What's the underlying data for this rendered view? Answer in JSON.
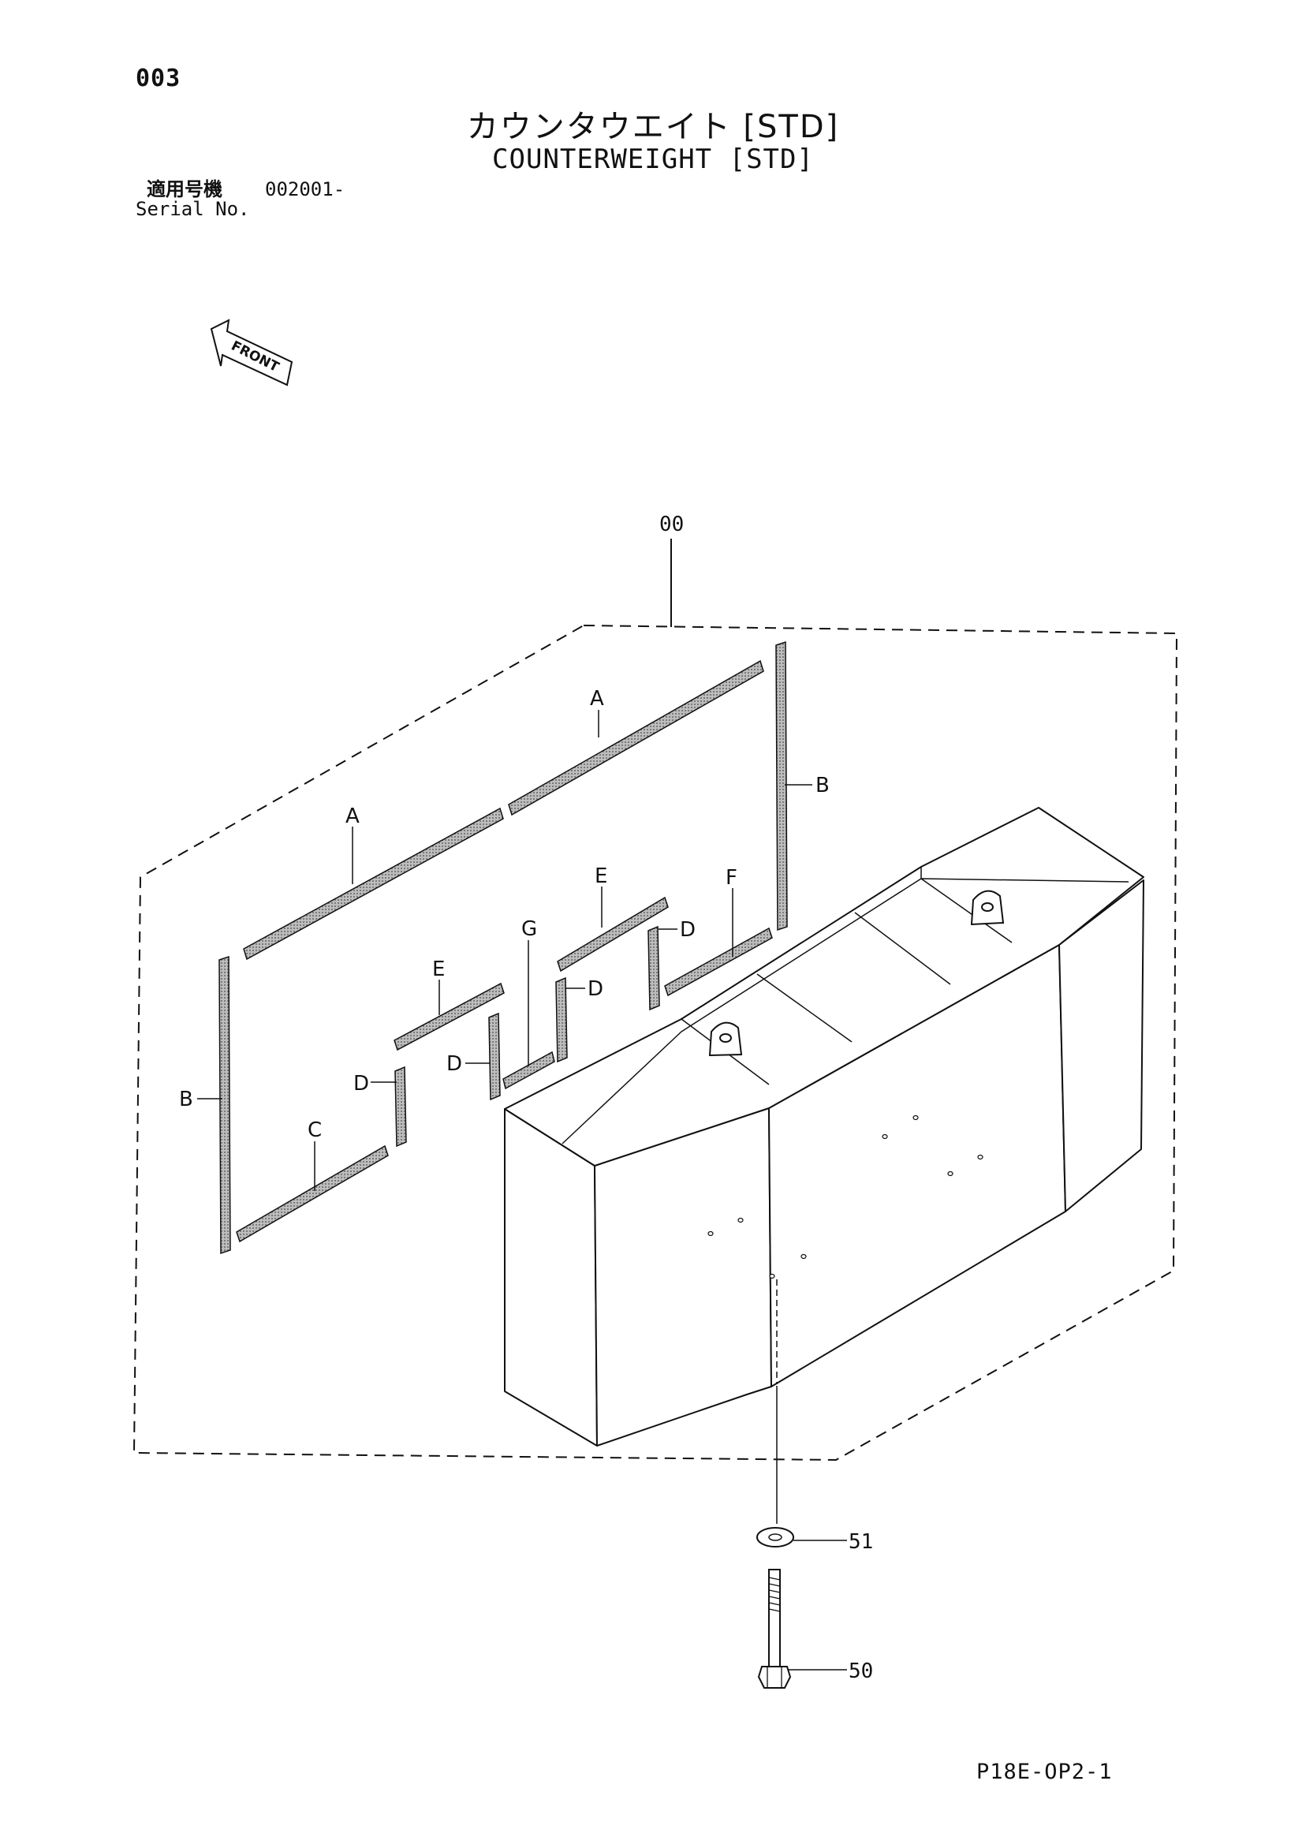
{
  "page_number": "003",
  "title_jp": "カウンタウエイト [STD]",
  "title_en": "COUNTERWEIGHT [STD]",
  "serial": {
    "label_jp": "適用号機",
    "value": "002001-",
    "label_en": "Serial No."
  },
  "front_label": "FRONT",
  "callouts": {
    "assembly": "00",
    "washer": "51",
    "bolt": "50",
    "seal_a": "A",
    "seal_b": "B",
    "seal_c": "C",
    "seal_d": "D",
    "seal_e": "E",
    "seal_f": "F",
    "seal_g": "G"
  },
  "footer_code": "P18E-OP2-1"
}
